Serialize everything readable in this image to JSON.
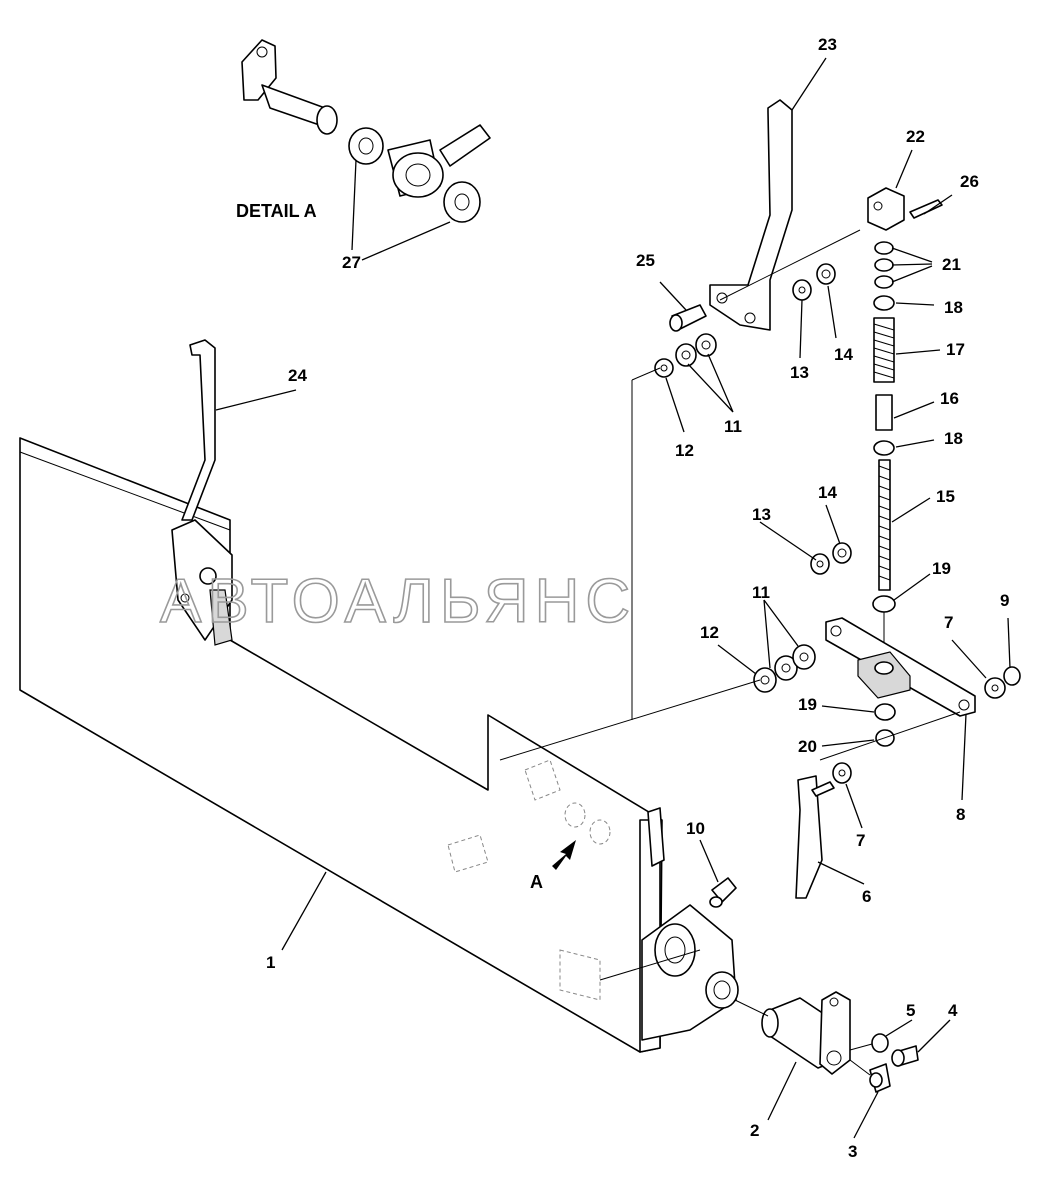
{
  "detail": {
    "label": "DETAIL A"
  },
  "arrow": {
    "label": "A"
  },
  "watermark": {
    "text": "АВТОАЛЬЯНС"
  },
  "callouts": {
    "c1": "1",
    "c2": "2",
    "c3": "3",
    "c4": "4",
    "c5": "5",
    "c6": "6",
    "c7a": "7",
    "c7b": "7",
    "c8": "8",
    "c9": "9",
    "c10": "10",
    "c11a": "11",
    "c11b": "11",
    "c12a": "12",
    "c12b": "12",
    "c13a": "13",
    "c13b": "13",
    "c14a": "14",
    "c14b": "14",
    "c15": "15",
    "c16": "16",
    "c17": "17",
    "c18a": "18",
    "c18b": "18",
    "c19a": "19",
    "c19b": "19",
    "c20": "20",
    "c21": "21",
    "c22": "22",
    "c23": "23",
    "c24": "24",
    "c25": "25",
    "c26": "26",
    "c27": "27"
  }
}
